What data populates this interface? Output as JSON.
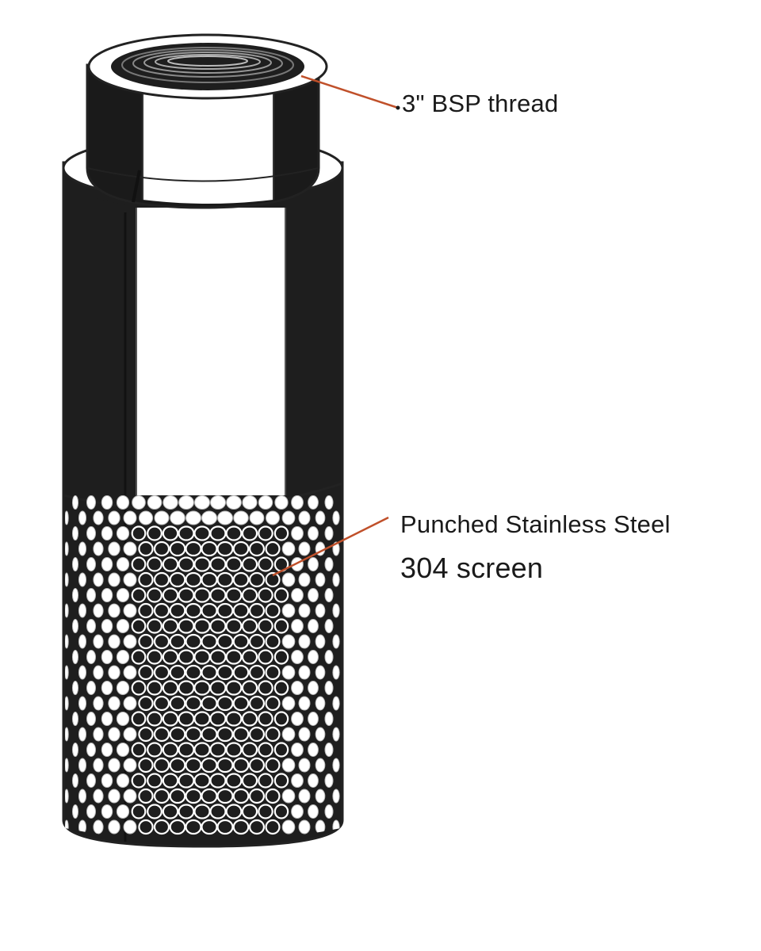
{
  "callouts": {
    "thread": {
      "text": "3\" BSP thread"
    },
    "screen": {
      "line1": "Punched Stainless Steel",
      "line2": "304 screen"
    }
  },
  "colors": {
    "leader_line": "#c0502a",
    "body_dark": "#1e1e1e",
    "highlight": "#ffffff",
    "outline": "#222222"
  },
  "icons": [
    "strainer-illustration"
  ]
}
